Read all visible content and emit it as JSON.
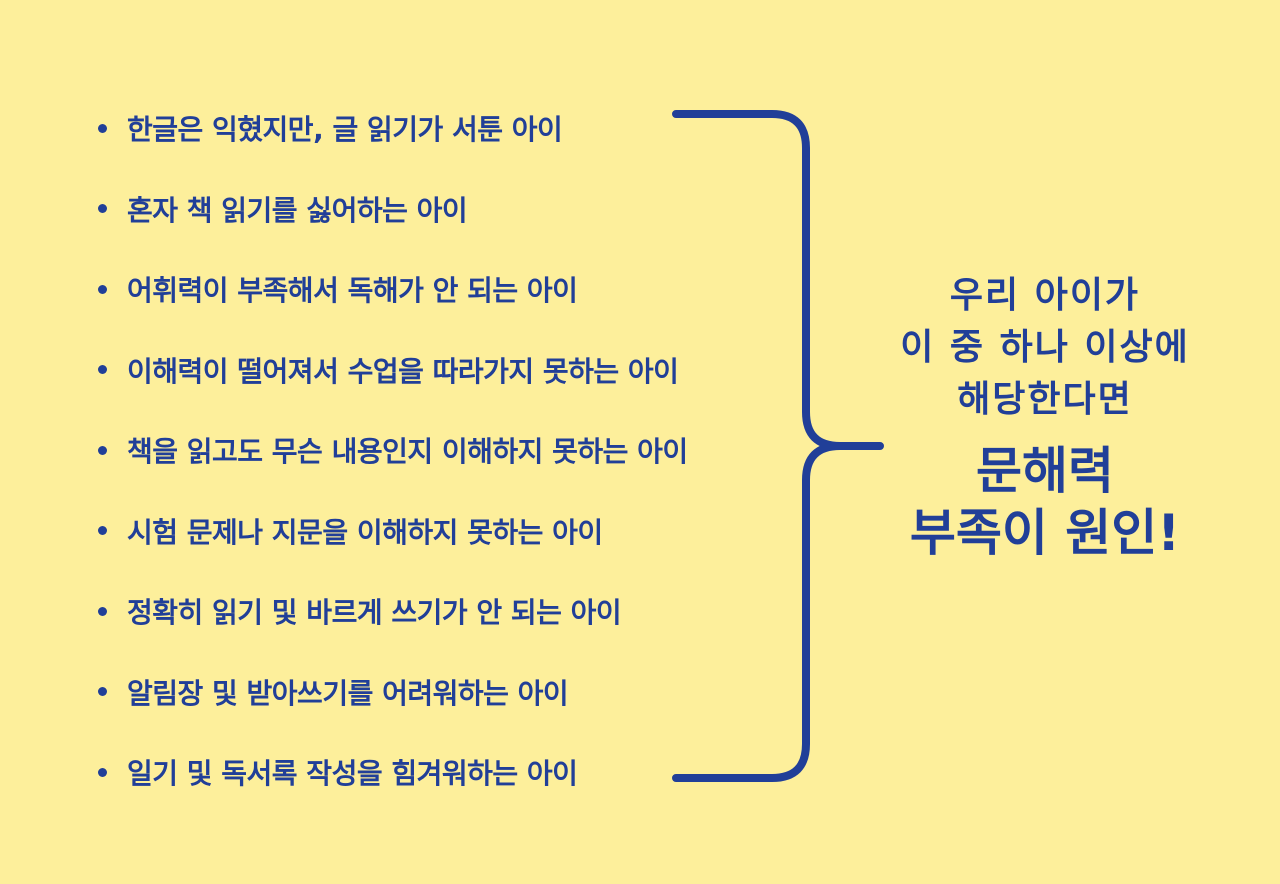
{
  "checklist": {
    "items": [
      "한글은 익혔지만, 글 읽기가 서툰 아이",
      "혼자 책 읽기를 싫어하는 아이",
      "어휘력이 부족해서 독해가 안 되는 아이",
      "이해력이 떨어져서 수업을 따라가지 못하는 아이",
      "책을 읽고도 무슨 내용인지 이해하지 못하는 아이",
      "시험 문제나 지문을 이해하지 못하는 아이",
      "정확히 읽기 및 바르게 쓰기가 안 되는 아이",
      "알림장 및 받아쓰기를 어려워하는 아이",
      "일기 및 독서록 작성을 힘겨워하는 아이"
    ]
  },
  "conclusion": {
    "line1": "우리 아이가",
    "line2": "이 중 하나 이상에",
    "line3": "해당한다면",
    "emphasis1": "문해력",
    "emphasis2": "부족이 원인!"
  },
  "colors": {
    "background": "#fdef9b",
    "text": "#213f98",
    "brace": "#213f98"
  }
}
